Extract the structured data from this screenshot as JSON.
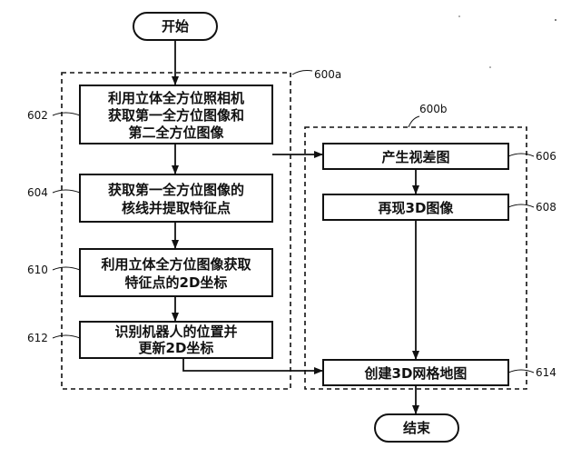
{
  "start": {
    "label": "开始"
  },
  "end": {
    "label": "结束"
  },
  "groups": {
    "left": {
      "ref": "600a"
    },
    "right": {
      "ref": "600b"
    }
  },
  "steps": {
    "s602": {
      "ref": "602",
      "lines": [
        "利用立体全方位照相机",
        "获取第一全方位图像和",
        "第二全方位图像"
      ]
    },
    "s604": {
      "ref": "604",
      "lines": [
        "获取第一全方位图像的",
        "核线并提取特征点"
      ]
    },
    "s610": {
      "ref": "610",
      "lines": [
        "利用立体全方位图像获取",
        "特征点的2D坐标"
      ]
    },
    "s612": {
      "ref": "612",
      "lines": [
        "识别机器人的位置并",
        "更新2D坐标"
      ]
    },
    "s606": {
      "ref": "606",
      "lines": [
        "产生视差图"
      ]
    },
    "s608": {
      "ref": "608",
      "lines": [
        "再现3D图像"
      ]
    },
    "s614": {
      "ref": "614",
      "lines": [
        "创建3D网格地图"
      ]
    }
  }
}
